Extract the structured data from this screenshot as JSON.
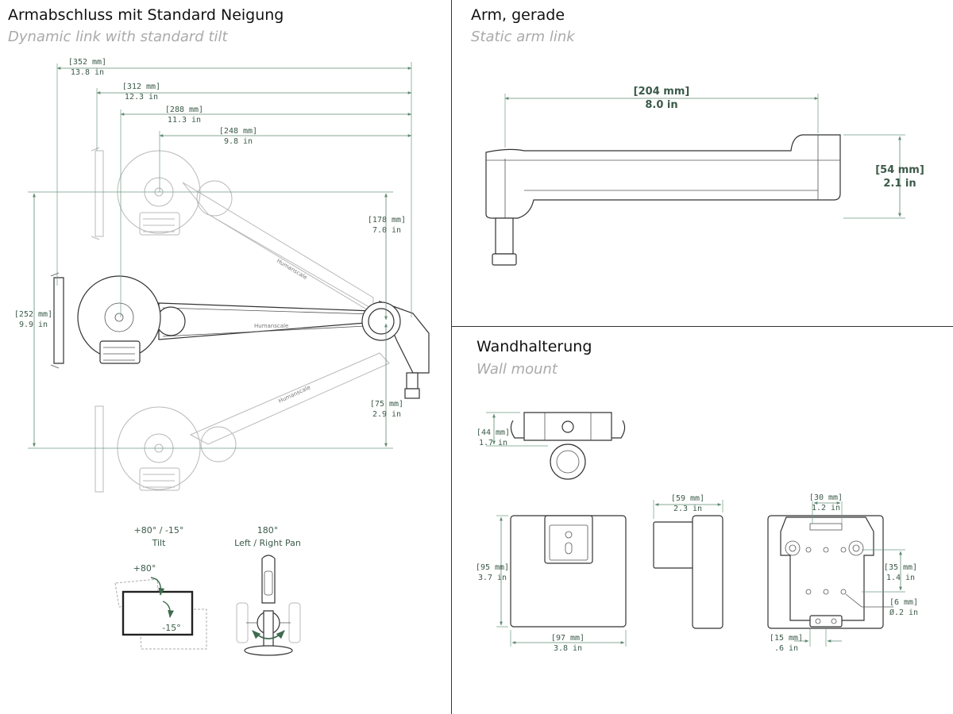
{
  "panels": {
    "dynamic": {
      "title": "Armabschluss mit Standard Neigung",
      "subtitle": "Dynamic link with standard tilt",
      "dims": {
        "d352": {
          "mm": "[352 mm]",
          "in": "13.8 in"
        },
        "d312": {
          "mm": "[312 mm]",
          "in": "12.3 in"
        },
        "d288": {
          "mm": "[288 mm]",
          "in": "11.3 in"
        },
        "d248": {
          "mm": "[248 mm]",
          "in": "9.8 in"
        },
        "d178": {
          "mm": "[178 mm]",
          "in": "7.0 in"
        },
        "d252": {
          "mm": "[252 mm]",
          "in": "9.9 in"
        },
        "d75": {
          "mm": "[75 mm]",
          "in": "2.9 in"
        }
      },
      "brand": "Humanscale",
      "tilt": {
        "angles": "+80° / -15°",
        "label": "Tilt",
        "plus": "+80°",
        "minus": "-15°"
      },
      "pan": {
        "angle": "180°",
        "label": "Left / Right Pan"
      }
    },
    "static": {
      "title": "Arm, gerade",
      "subtitle": "Static arm link",
      "dims": {
        "d204": {
          "mm": "[204 mm]",
          "in": "8.0 in"
        },
        "d54": {
          "mm": "[54 mm]",
          "in": "2.1 in"
        }
      }
    },
    "wall": {
      "title": "Wandhalterung",
      "subtitle": "Wall mount",
      "dims": {
        "d44": {
          "mm": "[44 mm]",
          "in": "1.7 in"
        },
        "d59": {
          "mm": "[59 mm]",
          "in": "2.3 in"
        },
        "d30": {
          "mm": "[30 mm]",
          "in": "1.2 in"
        },
        "d95": {
          "mm": "[95 mm]",
          "in": "3.7 in"
        },
        "d35": {
          "mm": "[35 mm]",
          "in": "1.4 in"
        },
        "d6": {
          "mm": "[6 mm]",
          "in": "Ø.2 in"
        },
        "d97": {
          "mm": "[97 mm]",
          "in": "3.8 in"
        },
        "d15": {
          "mm": "[15 mm]",
          "in": ".6 in"
        }
      }
    }
  }
}
